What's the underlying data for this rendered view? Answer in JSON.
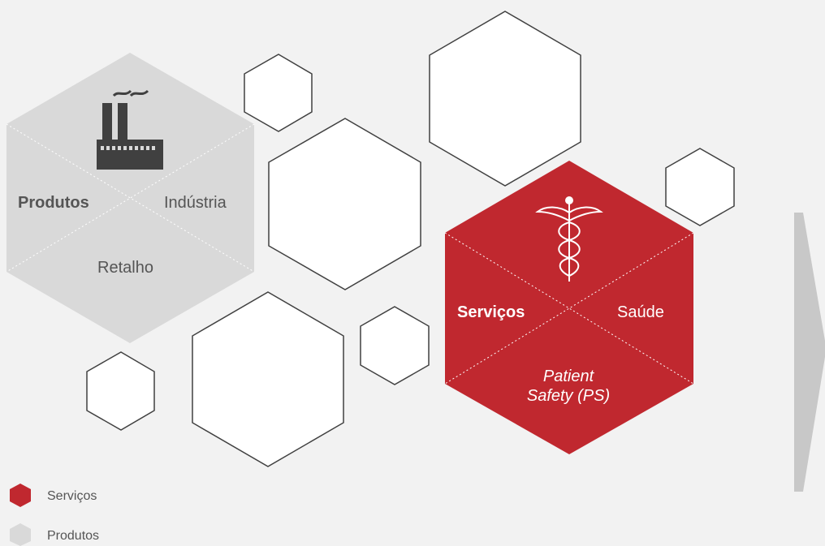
{
  "colors": {
    "background": "#f2f2f2",
    "servicos": "#c0282f",
    "produtos": "#d9d9d9",
    "outline": "#404040",
    "arrow": "#c8c8c8"
  },
  "produtos_hex": {
    "icon": "factory-icon",
    "left_label": "Produtos",
    "right_label": "Indústria",
    "bottom_label": "Retalho"
  },
  "servicos_hex": {
    "icon": "caduceus-icon",
    "left_label": "Serviços",
    "right_label": "Saúde",
    "bottom_line1": "Patient",
    "bottom_line2": "Safety (PS)"
  },
  "legend": [
    {
      "label": "Serviços",
      "color": "#c0282f"
    },
    {
      "label": "Produtos",
      "color": "#d9d9d9"
    }
  ]
}
